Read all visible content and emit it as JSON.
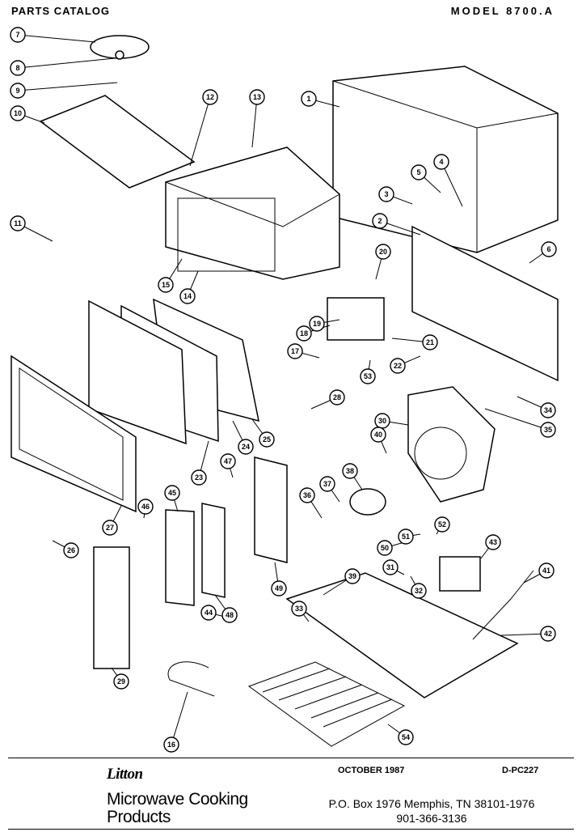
{
  "header": {
    "left": "PARTS  CATALOG",
    "right": "MODEL  8700.A"
  },
  "callouts": [
    "1",
    "2",
    "3",
    "4",
    "5",
    "6",
    "7",
    "8",
    "9",
    "10",
    "11",
    "12",
    "13",
    "14",
    "15",
    "16",
    "17",
    "18",
    "19",
    "20",
    "21",
    "22",
    "23",
    "24",
    "25",
    "26",
    "27",
    "28",
    "29",
    "30",
    "31",
    "32",
    "33",
    "34",
    "35",
    "36",
    "37",
    "38",
    "39",
    "40",
    "41",
    "42",
    "43",
    "44",
    "45",
    "46",
    "47",
    "48",
    "49",
    "50",
    "51",
    "52",
    "53",
    "54"
  ],
  "footer": {
    "brand": "Litton",
    "product_line1": "Microwave Cooking",
    "product_line2": "Products",
    "date": "OCTOBER 1987",
    "doc_number": "D-PC227",
    "address_line1": "P.O. Box 1976 Memphis, TN 38101-1976",
    "address_line2": "901-366-3136"
  }
}
